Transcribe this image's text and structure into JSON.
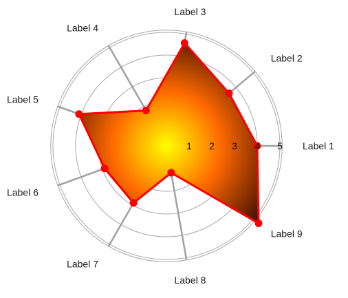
{
  "chart_data": {
    "type": "radar",
    "categories": [
      "Label 1",
      "Label 2",
      "Label 3",
      "Label 4",
      "Label 5",
      "Label 6",
      "Label 7",
      "Label 8",
      "Label 9"
    ],
    "series": [
      {
        "values": [
          4,
          3.6,
          4.6,
          1.8,
          4.1,
          2.9,
          2.9,
          1.2,
          5.3
        ]
      }
    ],
    "r_ticks": [
      1,
      2,
      3,
      4,
      5
    ],
    "r_max": 5,
    "grid": true,
    "colors": {
      "outline": "#ff0000",
      "point": "#ff0000",
      "fill_center": "#ffff00",
      "fill_mid": "#ff6a00",
      "fill_outer": "#3a0a00",
      "grid": "#a8a8a8",
      "spoke": "#a0a0a0"
    }
  }
}
